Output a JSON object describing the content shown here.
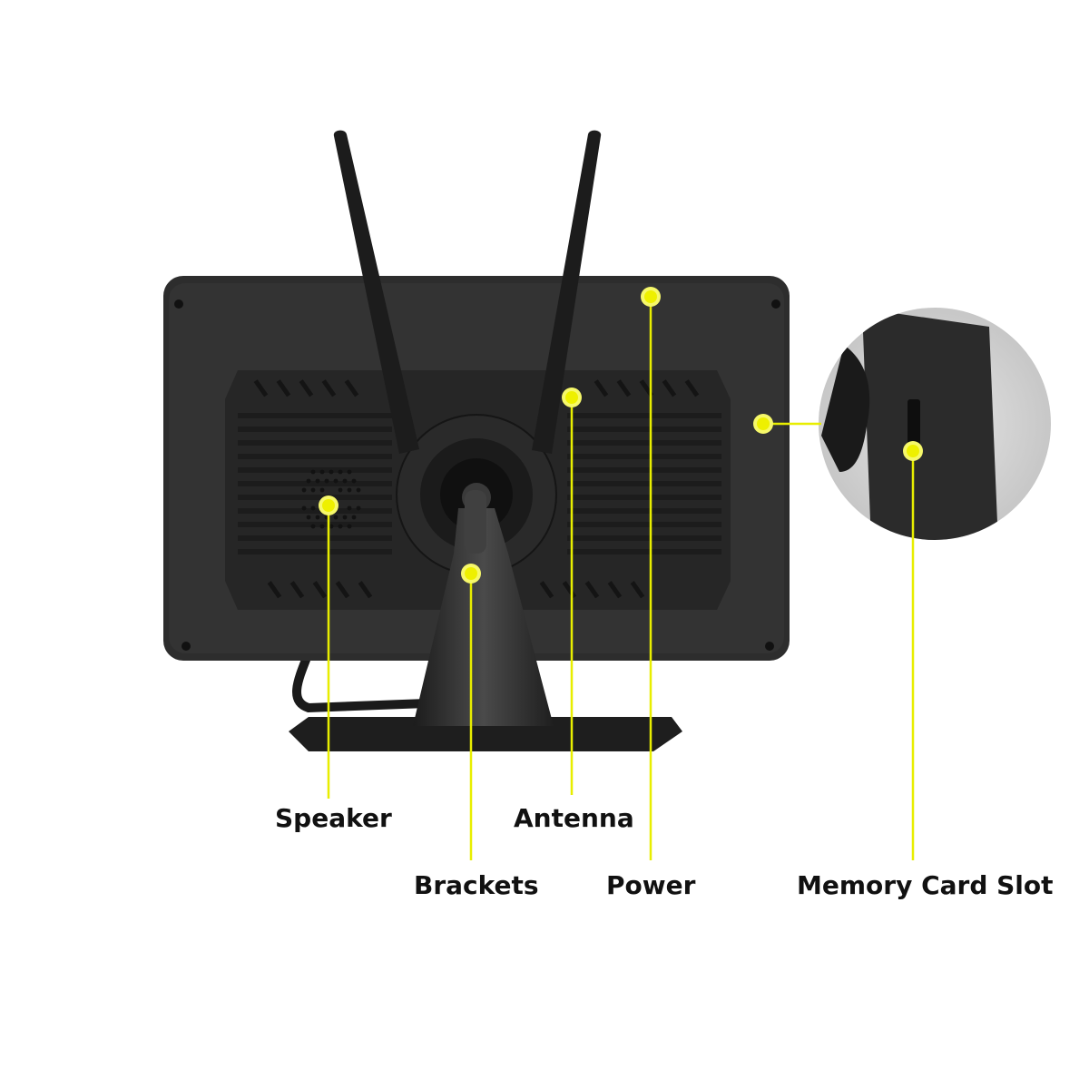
{
  "colors": {
    "background": "#ffffff",
    "device_body": "#2b2b2b",
    "device_dark": "#1a1a1a",
    "device_mid": "#3a3a3a",
    "accent_dot": "#eef000",
    "accent_ring": "#f6f86a",
    "leader_line": "#e8ee00",
    "label_text": "#111111",
    "zoom_circle": "#d9d9d9"
  },
  "callouts": [
    {
      "id": "speaker",
      "label": "Speaker"
    },
    {
      "id": "antenna",
      "label": "Antenna"
    },
    {
      "id": "brackets",
      "label": "Brackets"
    },
    {
      "id": "power",
      "label": "Power"
    },
    {
      "id": "memory",
      "label": "Memory Card Slot"
    }
  ]
}
